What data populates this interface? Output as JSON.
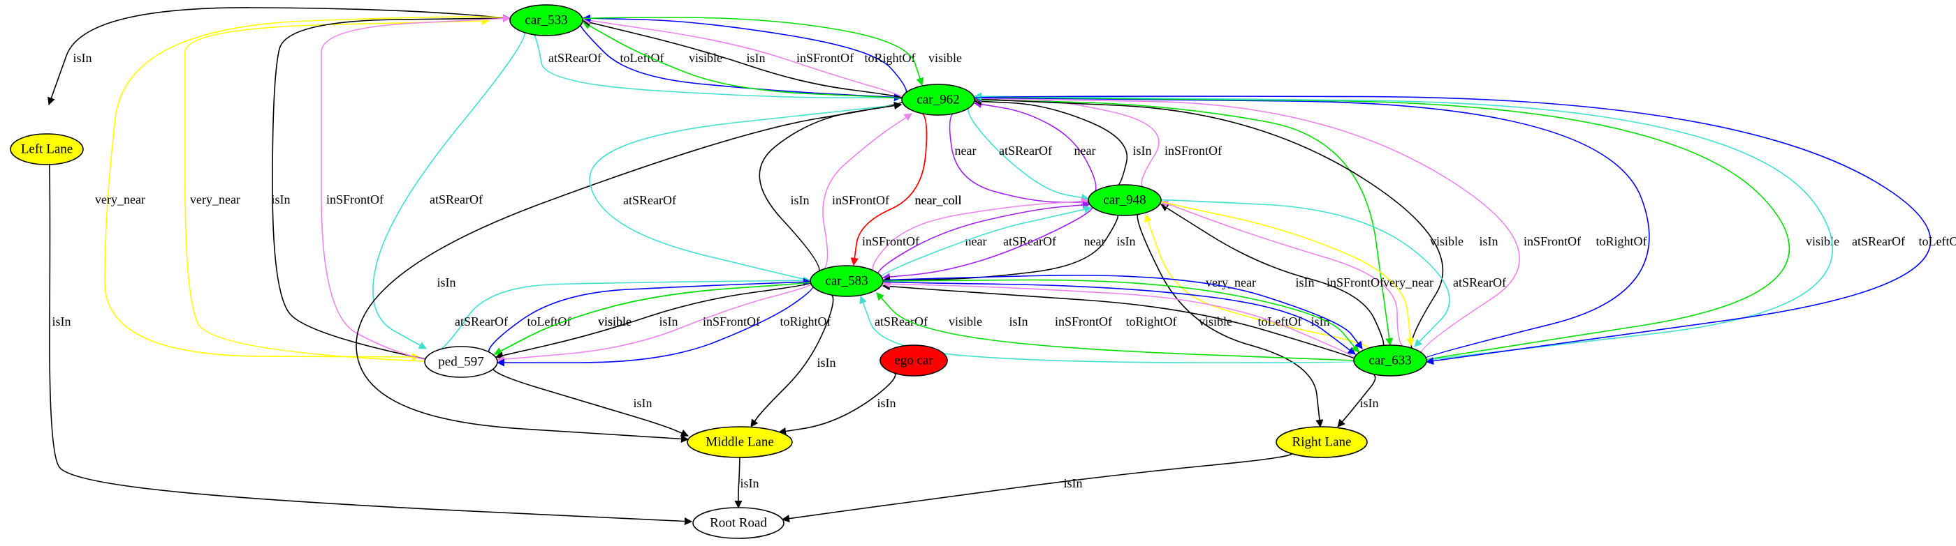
{
  "colors": {
    "green": "#00ff00",
    "yellow": "#ffff00",
    "red": "#ff0000",
    "white": "#ffffff",
    "edge_black": "#000000",
    "edge_blue": "#0000ff",
    "edge_green": "#00e000",
    "edge_cyan": "#40e0d0",
    "edge_violet": "#ee82ee",
    "edge_purple": "#a020f0",
    "edge_yellow": "#ffff00",
    "edge_red": "#ff0000"
  },
  "nodes": [
    {
      "id": "car_533",
      "label": "car_533",
      "fill": "green"
    },
    {
      "id": "car_962",
      "label": "car_962",
      "fill": "green"
    },
    {
      "id": "car_948",
      "label": "car_948",
      "fill": "green"
    },
    {
      "id": "car_583",
      "label": "car_583",
      "fill": "green"
    },
    {
      "id": "car_633",
      "label": "car_633",
      "fill": "green"
    },
    {
      "id": "ped_597",
      "label": "ped_597",
      "fill": "white"
    },
    {
      "id": "ego_car",
      "label": "ego car",
      "fill": "red"
    },
    {
      "id": "left_lane",
      "label": "Left Lane",
      "fill": "yellow"
    },
    {
      "id": "middle_lane",
      "label": "Middle Lane",
      "fill": "yellow"
    },
    {
      "id": "right_lane",
      "label": "Right Lane",
      "fill": "yellow"
    },
    {
      "id": "root_road",
      "label": "Root Road",
      "fill": "white"
    }
  ],
  "edges": [
    {
      "from": "car_533",
      "to": "left_lane",
      "label": "isIn",
      "color": "edge_black"
    },
    {
      "from": "left_lane",
      "to": "root_road",
      "label": "isIn",
      "color": "edge_black"
    },
    {
      "from": "car_533",
      "to": "ped_597",
      "label": "very_near",
      "color": "edge_yellow"
    },
    {
      "from": "ped_597",
      "to": "car_533",
      "label": "very_near",
      "color": "edge_yellow"
    },
    {
      "from": "ped_597",
      "to": "car_533",
      "label": "isIn",
      "color": "edge_black"
    },
    {
      "from": "ped_597",
      "to": "car_533",
      "label": "inSFrontOf",
      "color": "edge_violet"
    },
    {
      "from": "car_533",
      "to": "ped_597",
      "label": "atSRearOf",
      "color": "edge_cyan"
    },
    {
      "from": "car_533",
      "to": "car_962",
      "label": "atSRearOf",
      "color": "edge_cyan"
    },
    {
      "from": "car_533",
      "to": "car_962",
      "label": "toLeftOf",
      "color": "edge_blue"
    },
    {
      "from": "car_962",
      "to": "car_533",
      "label": "visible",
      "color": "edge_green"
    },
    {
      "from": "car_962",
      "to": "car_533",
      "label": "isIn",
      "color": "edge_black"
    },
    {
      "from": "car_962",
      "to": "car_533",
      "label": "inSFrontOf",
      "color": "edge_violet"
    },
    {
      "from": "car_962",
      "to": "car_533",
      "label": "toRightOf",
      "color": "edge_blue"
    },
    {
      "from": "car_533",
      "to": "car_962",
      "label": "visible",
      "color": "edge_green"
    },
    {
      "from": "car_962",
      "to": "middle_lane",
      "label": "isIn",
      "color": "edge_black"
    },
    {
      "from": "car_583",
      "to": "car_962",
      "label": "atSRearOf",
      "color": "edge_cyan"
    },
    {
      "from": "car_962",
      "to": "car_583",
      "label": "near_coll",
      "color": "edge_red"
    },
    {
      "from": "car_583",
      "to": "car_962",
      "label": "isIn",
      "color": "edge_black"
    },
    {
      "from": "car_583",
      "to": "car_962",
      "label": "inSFrontOf",
      "color": "edge_violet"
    },
    {
      "from": "car_962",
      "to": "car_583",
      "label": "near_coll",
      "color": "edge_red"
    },
    {
      "from": "car_962",
      "to": "car_948",
      "label": "near",
      "color": "edge_purple"
    },
    {
      "from": "car_962",
      "to": "car_948",
      "label": "atSRearOf",
      "color": "edge_cyan"
    },
    {
      "from": "car_948",
      "to": "car_962",
      "label": "near",
      "color": "edge_purple"
    },
    {
      "from": "car_948",
      "to": "car_962",
      "label": "isIn",
      "color": "edge_black"
    },
    {
      "from": "car_948",
      "to": "car_962",
      "label": "inSFrontOf",
      "color": "edge_violet"
    },
    {
      "from": "car_962",
      "to": "car_633",
      "label": "visible",
      "color": "edge_green"
    },
    {
      "from": "car_633",
      "to": "car_962",
      "label": "isIn",
      "color": "edge_black"
    },
    {
      "from": "car_633",
      "to": "car_962",
      "label": "inSFrontOf",
      "color": "edge_violet"
    },
    {
      "from": "car_633",
      "to": "car_962",
      "label": "toRightOf",
      "color": "edge_blue"
    },
    {
      "from": "car_633",
      "to": "car_962",
      "label": "visible",
      "color": "edge_green"
    },
    {
      "from": "car_633",
      "to": "car_962",
      "label": "atSRearOf",
      "color": "edge_cyan"
    },
    {
      "from": "car_962",
      "to": "car_633",
      "label": "toLeftOf",
      "color": "edge_blue"
    },
    {
      "from": "car_583",
      "to": "car_948",
      "label": "inSFrontOf",
      "color": "edge_violet"
    },
    {
      "from": "car_583",
      "to": "car_948",
      "label": "near",
      "color": "edge_purple"
    },
    {
      "from": "car_583",
      "to": "car_948",
      "label": "atSRearOf",
      "color": "edge_cyan"
    },
    {
      "from": "car_948",
      "to": "car_583",
      "label": "near",
      "color": "edge_purple"
    },
    {
      "from": "car_948",
      "to": "car_583",
      "label": "isIn",
      "color": "edge_black"
    },
    {
      "from": "car_948",
      "to": "right_lane",
      "label": "isIn",
      "color": "edge_black"
    },
    {
      "from": "car_633",
      "to": "car_948",
      "label": "very_near",
      "color": "edge_yellow"
    },
    {
      "from": "car_633",
      "to": "car_948",
      "label": "isIn",
      "color": "edge_black"
    },
    {
      "from": "car_633",
      "to": "car_948",
      "label": "inSFrontOf",
      "color": "edge_violet"
    },
    {
      "from": "car_948",
      "to": "car_633",
      "label": "very_near",
      "color": "edge_yellow"
    },
    {
      "from": "car_948",
      "to": "car_633",
      "label": "atSRearOf",
      "color": "edge_cyan"
    },
    {
      "from": "car_583",
      "to": "ped_597",
      "label": "visible",
      "color": "edge_green"
    },
    {
      "from": "ped_597",
      "to": "car_583",
      "label": "atSRearOf",
      "color": "edge_cyan"
    },
    {
      "from": "ped_597",
      "to": "car_583",
      "label": "toLeftOf",
      "color": "edge_blue"
    },
    {
      "from": "car_583",
      "to": "ped_597",
      "label": "visible",
      "color": "edge_green"
    },
    {
      "from": "car_583",
      "to": "ped_597",
      "label": "isIn",
      "color": "edge_black"
    },
    {
      "from": "car_583",
      "to": "ped_597",
      "label": "inSFrontOf",
      "color": "edge_violet"
    },
    {
      "from": "car_583",
      "to": "ped_597",
      "label": "toRightOf",
      "color": "edge_blue"
    },
    {
      "from": "car_583",
      "to": "middle_lane",
      "label": "isIn",
      "color": "edge_black"
    },
    {
      "from": "car_633",
      "to": "car_583",
      "label": "atSRearOf",
      "color": "edge_cyan"
    },
    {
      "from": "car_633",
      "to": "car_583",
      "label": "visible",
      "color": "edge_green"
    },
    {
      "from": "car_633",
      "to": "car_583",
      "label": "isIn",
      "color": "edge_black"
    },
    {
      "from": "car_633",
      "to": "car_583",
      "label": "inSFrontOf",
      "color": "edge_violet"
    },
    {
      "from": "car_583",
      "to": "car_633",
      "label": "toRightOf",
      "color": "edge_blue"
    },
    {
      "from": "car_583",
      "to": "car_633",
      "label": "visible",
      "color": "edge_green"
    },
    {
      "from": "car_583",
      "to": "car_633",
      "label": "toLeftOf",
      "color": "edge_blue"
    },
    {
      "from": "ped_597",
      "to": "middle_lane",
      "label": "isIn",
      "color": "edge_black"
    },
    {
      "from": "ego_car",
      "to": "middle_lane",
      "label": "isIn",
      "color": "edge_black"
    },
    {
      "from": "car_633",
      "to": "right_lane",
      "label": "isIn",
      "color": "edge_black"
    },
    {
      "from": "middle_lane",
      "to": "root_road",
      "label": "isIn",
      "color": "edge_black"
    },
    {
      "from": "right_lane",
      "to": "root_road",
      "label": "isIn",
      "color": "edge_black"
    }
  ]
}
